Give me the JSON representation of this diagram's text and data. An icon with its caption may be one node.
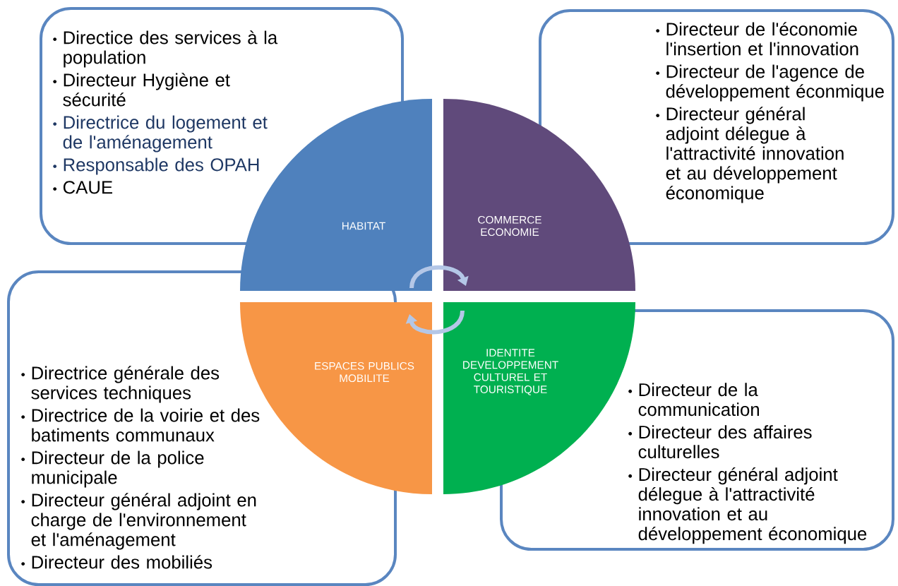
{
  "diagram": {
    "nodes": [
      {
        "text": [
          "Directice des services à la population",
          "Directeur Hygiène et sécurité",
          "Directrice du logement et de l'aménagement",
          "Responsable des OPAH",
          "CAUE"
        ]
      },
      {
        "text": [
          "Directeur de l'économie l'insertion et l'innovation",
          "Directeur de l'agence de développement éconmique",
          "Directeur général adjoint délegue à l'attractivité innovation et au développement économique"
        ]
      },
      {
        "text": [
          "HABITAT"
        ]
      },
      {
        "text": [
          "COMMERCE ECONOMIE"
        ]
      },
      {
        "text": [
          "Directrice générale des services techniques",
          "Directrice de la voirie et des batiments communaux",
          "Directeur de la police municipale",
          "Directeur général adjoint en charge de l'environnement et l'aménagement",
          "Directeur des mobiliés"
        ]
      },
      {
        "text": [
          "ESPACES PUBLICS MOBILITE"
        ]
      },
      {
        "text": [
          "IDENTITE DEVELOPPEMENT CULTUREL ET TOURISTIQUE"
        ]
      },
      {
        "text": [
          "Directeur de la communication",
          "Directeur des affaires culturelles",
          "Directeur général adjoint délegue à l'attractivité innovation et au développement économique"
        ]
      }
    ],
    "edges": [
      {
        "from": 2,
        "to": 3,
        "arrow": "to"
      },
      {
        "from": 6,
        "to": 5,
        "arrow": "to"
      }
    ]
  }
}
